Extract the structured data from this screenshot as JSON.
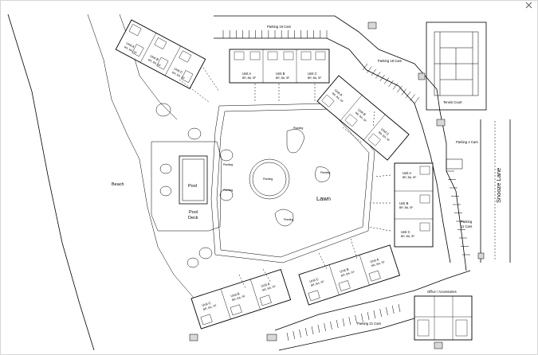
{
  "labels": {
    "beach": "Beach",
    "lawn": "Lawn",
    "pool": "Pool",
    "pool_deck_line1": "Pool",
    "pool_deck_line2": "Deck",
    "snooze_lane": "Snooze Lane",
    "tennis_court": "Tennis Court",
    "parking_top": "Parking 16 Cars",
    "parking_upper_right": "Parking 18 Cars",
    "parking_right_small": "Parking 4 Cars",
    "parking_right_line1": "Parking",
    "parking_right_line2": "11 Cars",
    "parking_bottom": "Parking 21 Cars",
    "office": "Office / Accessories",
    "planting": "Planting"
  },
  "unit_blocks": [
    {
      "block": "top-left",
      "units": [
        {
          "name": "Unit A",
          "info": "BR, BA, SF"
        },
        {
          "name": "Unit B",
          "info": "BR, BA, SF"
        },
        {
          "name": "Unit C",
          "info": "BR, BA, SF"
        }
      ]
    },
    {
      "block": "top-center",
      "units": [
        {
          "name": "Unit A",
          "info": "BR, BA, SF"
        },
        {
          "name": "Unit B",
          "info": "BR, BA, SF"
        },
        {
          "name": "Unit C",
          "info": "BR, BA, SF"
        }
      ]
    },
    {
      "block": "upper-right",
      "units": [
        {
          "name": "Unit A",
          "info": "BR, BA, SF"
        },
        {
          "name": "Unit B",
          "info": "BR, BA, SF"
        },
        {
          "name": "Unit C",
          "info": "BR, BA, SF"
        }
      ]
    },
    {
      "block": "right",
      "units": [
        {
          "name": "Unit A",
          "info": "BR, BA, SF"
        },
        {
          "name": "Unit B",
          "info": "BR, BA, SF"
        },
        {
          "name": "Unit C",
          "info": "BR, BA, SF"
        }
      ]
    },
    {
      "block": "bottom-center",
      "units": [
        {
          "name": "Unit C",
          "info": "BR, BA, SF"
        },
        {
          "name": "Unit B",
          "info": "BR, BA, SF"
        },
        {
          "name": "Unit A",
          "info": "BR, BA, SF"
        }
      ]
    },
    {
      "block": "bottom-left",
      "units": [
        {
          "name": "Unit C",
          "info": "BR, BA, SF"
        },
        {
          "name": "Unit B",
          "info": "BR, BA, SF"
        },
        {
          "name": "Unit A",
          "info": "BR, BA, SF"
        }
      ]
    }
  ]
}
